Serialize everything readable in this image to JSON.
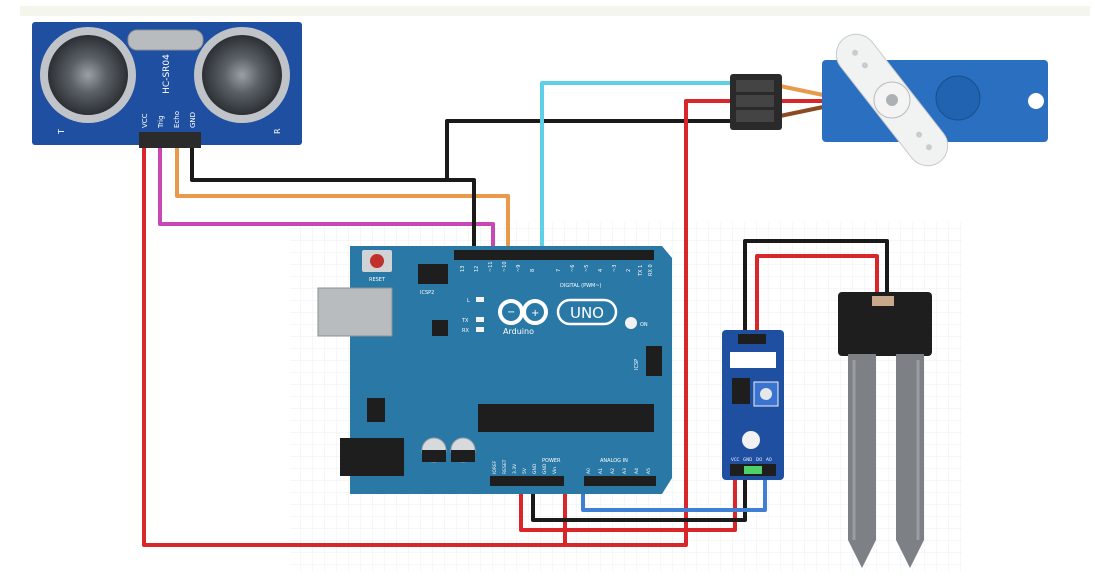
{
  "colors": {
    "board": "#2a78a6",
    "board_dark": "#1d5f87",
    "wire_red": "#d8262b",
    "wire_black": "#1a1a1a",
    "wire_orange": "#e89a4a",
    "wire_pink": "#c946b6",
    "wire_cyan": "#5fd0e8",
    "wire_blue": "#3f7fd6",
    "servo_body": "#2a6fc0",
    "probe_grey": "#7d8084"
  },
  "ultrasonic": {
    "model": "HC-SR04",
    "pins": [
      "VCC",
      "Trig",
      "Echo",
      "GND"
    ],
    "edge_labels": [
      "T",
      "R"
    ]
  },
  "arduino": {
    "brand": "Arduino",
    "model": "UNO",
    "reset_label": "RESET",
    "icsp_label": "ICSP2",
    "digital_label": "DIGITAL (PWM~)",
    "power_label": "POWER",
    "analog_label": "ANALOG IN",
    "led_labels": [
      "L",
      "TX",
      "RX"
    ],
    "on_label": "ON",
    "icsp_side_label": "ICSP",
    "digital_pins": [
      "13",
      "12",
      "~11",
      "~10",
      "~9",
      "8",
      "7",
      "~6",
      "~5",
      "4",
      "~3",
      "2",
      "TX 1",
      "RX 0"
    ],
    "power_pins": [
      "IOREF",
      "RESET",
      "3.3V",
      "5V",
      "GND",
      "GND",
      "Vin"
    ],
    "analog_pins": [
      "A0",
      "A1",
      "A2",
      "A3",
      "A4",
      "A5"
    ]
  },
  "moisture_module": {
    "pins": [
      "VCC",
      "GND",
      "DO",
      "AO"
    ]
  },
  "icons": [
    "ultrasonic-sensor-icon",
    "servo-motor-icon",
    "arduino-board-icon",
    "moisture-module-icon",
    "soil-probe-icon"
  ]
}
